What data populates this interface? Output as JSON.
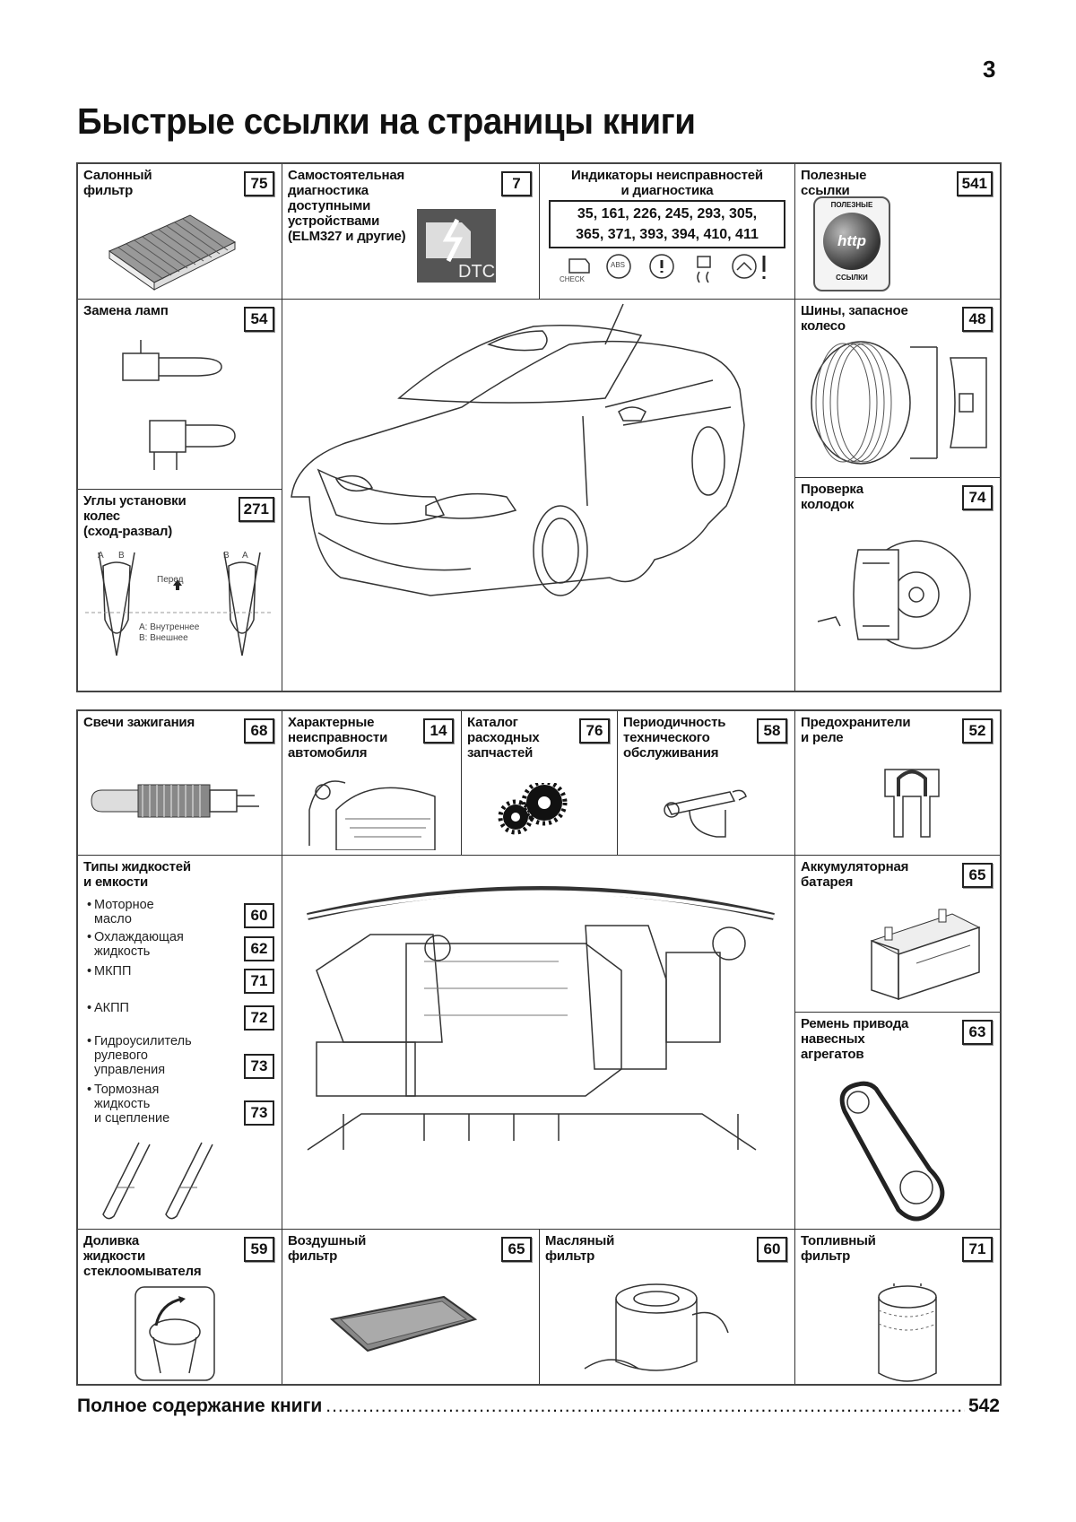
{
  "page_number": "3",
  "title": "Быстрые ссылки на страницы книги",
  "cells": {
    "cabin_filter": {
      "title": "Салонный\nфильтр",
      "page": "75"
    },
    "self_diagnostics": {
      "title": "Самостоятельная\nдиагностика\nдоступными\nустройствами\n(ELM327 и другие)",
      "page": "7",
      "icon_label": "DTC"
    },
    "indicators": {
      "title": "Индикаторы неисправностей\nи диагностика",
      "codes": "35, 161, 226, 245, 293, 305,\n365, 371, 393, 394, 410, 411",
      "icons": [
        "check-engine-icon",
        "abs-icon",
        "brake-warning-icon",
        "skid-icon",
        "steering-warning-icon"
      ],
      "check_label": "CHECK",
      "abs_label": "ABS"
    },
    "useful_links": {
      "title": "Полезные\nссылки",
      "page": "541",
      "badge_top": "ПОЛЕЗНЫЕ",
      "badge_center": "http",
      "badge_bottom": "ССЫЛКИ"
    },
    "lamps": {
      "title": "Замена ламп",
      "page": "54"
    },
    "alignment": {
      "title": "Углы установки\nколес\n(сход-развал)",
      "page": "271",
      "front_label": "Перед",
      "a_label": "A",
      "b_label": "B",
      "legend_a": "A: Внутреннее",
      "legend_b": "B: Внешнее"
    },
    "tires": {
      "title": "Шины, запасное\nколесо",
      "page": "48"
    },
    "brake_pads": {
      "title": "Проверка\nколодок",
      "page": "74"
    },
    "spark_plugs": {
      "title": "Свечи зажигания",
      "page": "68"
    },
    "faults": {
      "title": "Характерные\nнеисправности\nавтомобиля",
      "page": "14"
    },
    "catalog": {
      "title": "Каталог\nрасходных\nзапчастей",
      "page": "76"
    },
    "maintenance": {
      "title": "Периодичность\nтехнического\nобслуживания",
      "page": "58"
    },
    "fuses": {
      "title": "Предохранители\nи реле",
      "page": "52"
    },
    "fluids": {
      "title": "Типы жидкостей\nи емкости",
      "items": [
        {
          "label": "Моторное\nмасло",
          "page": "60"
        },
        {
          "label": "Охлаждающая\nжидкость",
          "page": "62"
        },
        {
          "label": "МКПП",
          "page": "71"
        },
        {
          "label": "АКПП",
          "page": "72"
        },
        {
          "label": "Гидроусилитель\nрулевого\nуправления",
          "page": "73"
        },
        {
          "label": "Тормозная\nжидкость\nи сцепление",
          "page": "73"
        }
      ]
    },
    "battery": {
      "title": "Аккумуляторная\nбатарея",
      "page": "65"
    },
    "belt": {
      "title": "Ремень привода\nнавесных\nагрегатов",
      "page": "63"
    },
    "washer": {
      "title": "Доливка\nжидкости\nстеклоомывателя",
      "page": "59"
    },
    "air_filter": {
      "title": "Воздушный\nфильтр",
      "page": "65"
    },
    "oil_filter": {
      "title": "Масляный\nфильтр",
      "page": "60"
    },
    "fuel_filter": {
      "title": "Топливный\nфильтр",
      "page": "71"
    }
  },
  "footer": {
    "label": "Полное содержание книги",
    "page": "542"
  }
}
